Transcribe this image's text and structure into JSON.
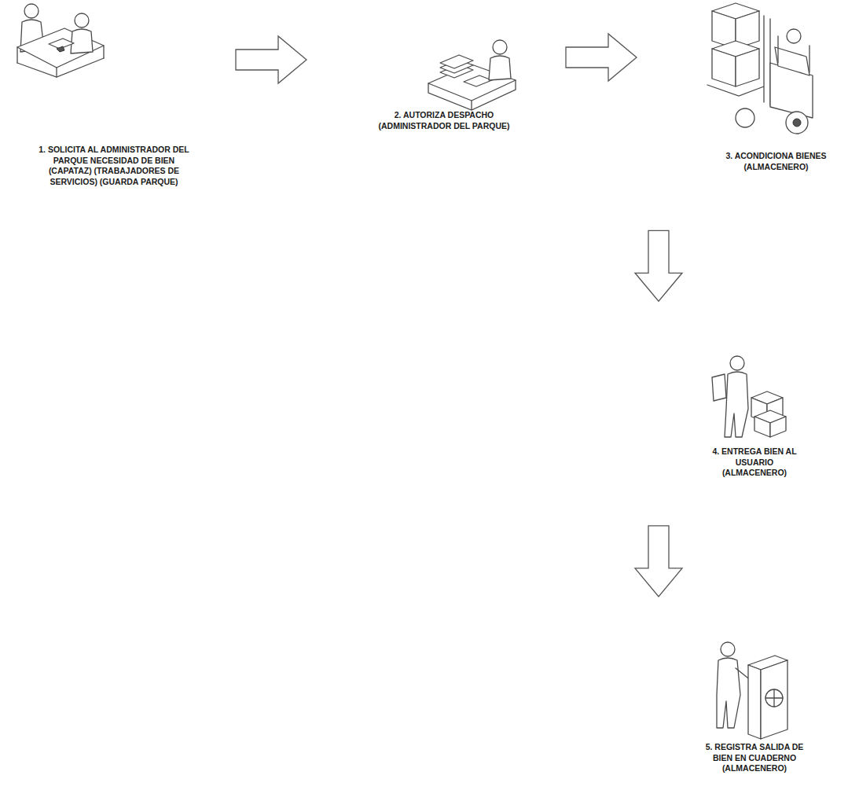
{
  "diagram": {
    "nodes": [
      {
        "text": [
          "1. SOLICITA AL ADMINISTRADOR DEL PARQUE NECESIDAD DE BIEN (CAPATAZ) (TRABAJADORES DE SERVICIOS) (GUARDA PARQUE)"
        ]
      },
      {
        "text": [
          "2. AUTORIZA DESPACHO (ADMINISTRADOR DEL PARQUE)"
        ]
      },
      {
        "text": [
          "3. ACONDICIONA BIENES (ALMACENERO)"
        ]
      },
      {
        "text": [
          "4. ENTREGA BIEN AL USUARIO (ALMACENERO)"
        ]
      },
      {
        "text": [
          "5. REGISTRA SALIDA DE BIEN EN CUADERNO (ALMACENERO)"
        ]
      }
    ],
    "edges": [
      {
        "from": 0,
        "to": 1,
        "arrow": "to"
      },
      {
        "from": 1,
        "to": 2,
        "arrow": "to"
      },
      {
        "from": 2,
        "to": 3,
        "arrow": "to"
      },
      {
        "from": 3,
        "to": 4,
        "arrow": "to"
      }
    ]
  }
}
